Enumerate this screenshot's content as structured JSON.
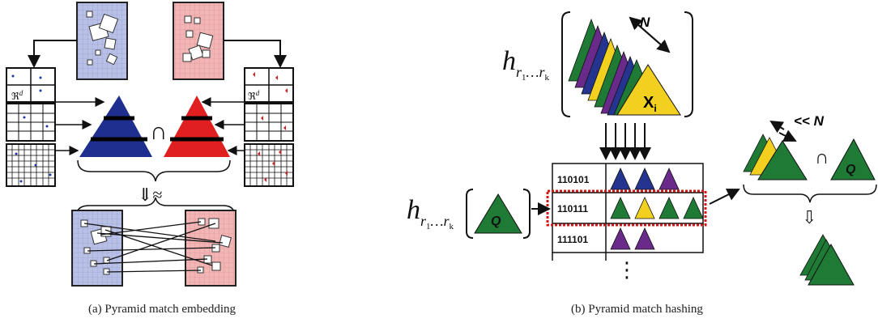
{
  "panel_a": {
    "caption": "(a) Pyramid match embedding",
    "space_label": "ℜ",
    "space_exponent": "d",
    "intersection_symbol": "∩",
    "approx_symbol": "⇓≈",
    "colors": {
      "blue_pyramid": "#1f2f8f",
      "red_pyramid": "#e02020",
      "blue_set": "#b8c0e6",
      "red_set": "#f2b5b5"
    }
  },
  "panel_b": {
    "caption": "(b) Pyramid match hashing",
    "hash_symbol": "h",
    "hash_subscript": "r",
    "hash_sub_first": "1",
    "hash_sub_dots": "…r",
    "hash_sub_last": "k",
    "n_label": "N",
    "ll_n_label": "<< N",
    "x_label": "X",
    "x_sub": "i",
    "q_label": "Q",
    "q_label_right": "Q",
    "intersection_symbol": "∩",
    "down_arrow": "⇩",
    "table_dots": "⋮",
    "rows": [
      {
        "code": "110101",
        "triangles": [
          "#24348f",
          "#24348f",
          "#6a2a8a"
        ]
      },
      {
        "code": "110111",
        "triangles": [
          "#1e7a34",
          "#f2d020",
          "#1e7a34",
          "#1e7a34"
        ]
      },
      {
        "code": "111101",
        "triangles": [
          "#6a2a8a",
          "#6a2a8a"
        ]
      }
    ],
    "colors": {
      "green": "#1e7a34",
      "yellow": "#f2d020",
      "blue": "#24348f",
      "purple": "#6a2a8a",
      "highlight": "#d01818"
    }
  }
}
